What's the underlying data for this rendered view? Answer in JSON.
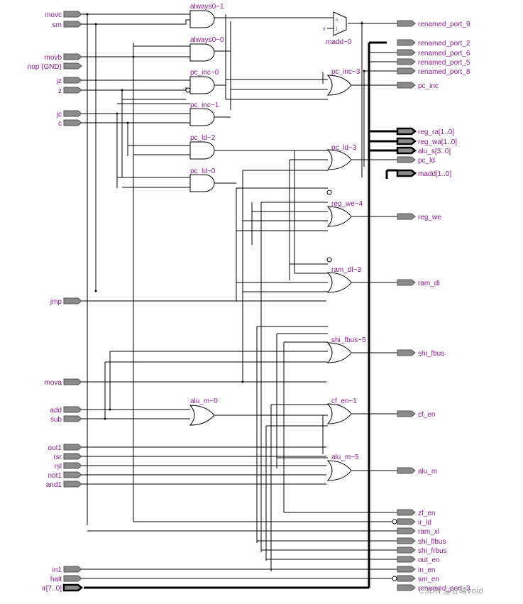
{
  "inputs": [
    {
      "label": "movc"
    },
    {
      "label": "sm"
    },
    {
      "label": "movb"
    },
    {
      "label": "nop (GND)"
    },
    {
      "label": "jz"
    },
    {
      "label": "z"
    },
    {
      "label": "jc"
    },
    {
      "label": "c"
    },
    {
      "label": "jmp"
    },
    {
      "label": "mova"
    },
    {
      "label": "add"
    },
    {
      "label": "sub"
    },
    {
      "label": "out1"
    },
    {
      "label": "rsr"
    },
    {
      "label": "rsl"
    },
    {
      "label": "not1"
    },
    {
      "label": "and1"
    },
    {
      "label": "in1"
    },
    {
      "label": "halt"
    },
    {
      "label": "ir[7..0]"
    }
  ],
  "gates": [
    {
      "label": "always0~1",
      "type": "and"
    },
    {
      "label": "always0~0",
      "type": "and"
    },
    {
      "label": "pc_inc~0",
      "type": "and"
    },
    {
      "label": "pc_inc~1",
      "type": "and"
    },
    {
      "label": "pc_ld~2",
      "type": "and"
    },
    {
      "label": "pc_ld~0",
      "type": "and"
    },
    {
      "label": "pc_inc~3",
      "type": "or"
    },
    {
      "label": "pc_ld~3",
      "type": "or"
    },
    {
      "label": "reg_we~4",
      "type": "or"
    },
    {
      "label": "ram_dl~3",
      "type": "or"
    },
    {
      "label": "shi_fbus~5",
      "type": "or"
    },
    {
      "label": "alu_m~0",
      "type": "or"
    },
    {
      "label": "cf_en~1",
      "type": "or"
    },
    {
      "label": "alu_m~5",
      "type": "or"
    }
  ],
  "mux": {
    "label": "madd~0",
    "in0": "0",
    "in1": "1",
    "const": "0"
  },
  "outputs": [
    {
      "label": "renamed_port_9"
    },
    {
      "label": "renamed_port_2"
    },
    {
      "label": "renamed_port_6"
    },
    {
      "label": "renamed_port_5"
    },
    {
      "label": "renamed_port_8"
    },
    {
      "label": "pc_inc"
    },
    {
      "label": "reg_ra[1..0]"
    },
    {
      "label": "reg_wa[1..0]"
    },
    {
      "label": "alu_s[3..0]"
    },
    {
      "label": "pc_ld"
    },
    {
      "label": "madd[1..0]"
    },
    {
      "label": "reg_we"
    },
    {
      "label": "ram_dl"
    },
    {
      "label": "shi_fbus"
    },
    {
      "label": "cf_en"
    },
    {
      "label": "alu_m"
    },
    {
      "label": "zf_en"
    },
    {
      "label": "ir_ld"
    },
    {
      "label": "ram_xl"
    },
    {
      "label": "shi_flbus"
    },
    {
      "label": "shi_frbus"
    },
    {
      "label": "out_en"
    },
    {
      "label": "in_en"
    },
    {
      "label": "sm_en"
    },
    {
      "label": "renamed_port_3"
    }
  ],
  "watermark": "CSDN @甘晴void"
}
